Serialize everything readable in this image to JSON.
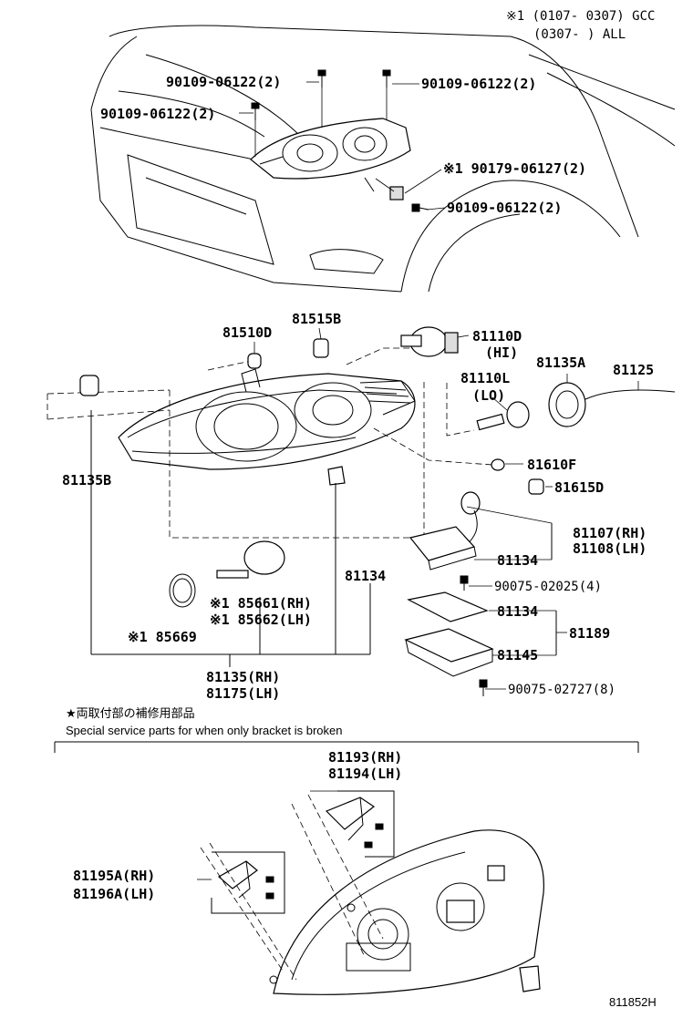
{
  "notes": {
    "legend_line1": "※1 (0107- 0307) GCC",
    "legend_line2": "(0307-      ) ALL",
    "bracket_jp": "★両取付部の補修用部品",
    "bracket_en": "Special  service  parts  for  when  only  bracket  is  broken",
    "figure_id": "811852H"
  },
  "parts": {
    "p_90109_a": "90109-06122(2)",
    "p_90109_b": "90109-06122(2)",
    "p_90109_c": "90109-06122(2)",
    "p_90109_d": "90109-06122(2)",
    "p_90179": "※1 90179-06127(2)",
    "p_81515B": "81515B",
    "p_81510D": "81510D",
    "p_81110D": "81110D",
    "p_81110D_sub": "(HI)",
    "p_81110L": "81110L",
    "p_81110L_sub": "(LO)",
    "p_81135A": "81135A",
    "p_81125": "81125",
    "p_81135B": "81135B",
    "p_81610F": "81610F",
    "p_81615D": "81615D",
    "p_81107": "81107(RH)",
    "p_81108": "81108(LH)",
    "p_81134_a": "81134",
    "p_81134_b": "81134",
    "p_81134_c": "81134",
    "p_90075_a": "90075-02025(4)",
    "p_85661": "※1 85661(RH)",
    "p_85662": "※1 85662(LH)",
    "p_85669": "※1 85669",
    "p_81189": "81189",
    "p_81145": "81145",
    "p_90075_b": "90075-02727(8)",
    "p_81135": "81135(RH)",
    "p_81175": "81175(LH)",
    "p_81193": "81193(RH)",
    "p_81194": "81194(LH)",
    "p_81195A": "81195A(RH)",
    "p_81196A": "81196A(LH)"
  }
}
